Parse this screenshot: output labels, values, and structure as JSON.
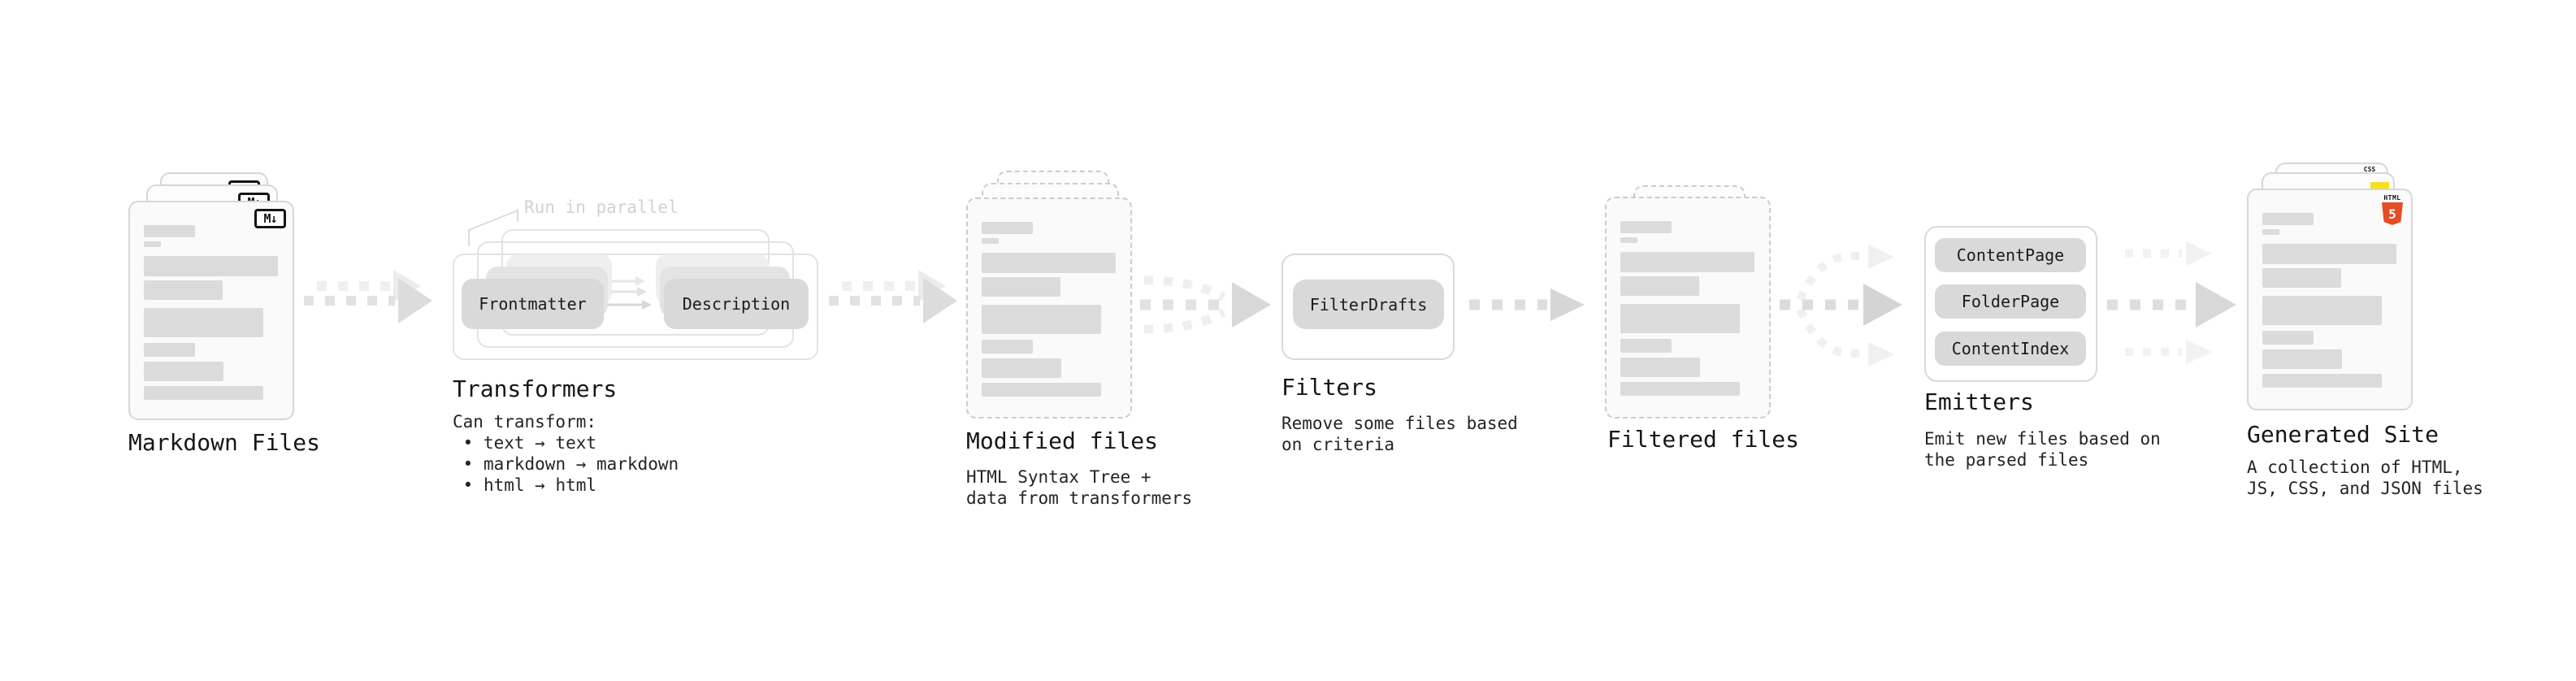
{
  "stages": {
    "markdown": {
      "label": "Markdown Files",
      "file_icon": "M↓"
    },
    "transformers": {
      "label": "Transformers",
      "parallel_note": "Run in parallel",
      "frontmatter_button": "Frontmatter",
      "description_button": "Description",
      "desc": "Can transform:\n • text → text\n • markdown → markdown\n • html → html"
    },
    "modified": {
      "label": "Modified files",
      "desc": "HTML Syntax Tree +\ndata from transformers"
    },
    "filters": {
      "label": "Filters",
      "filter_button": "FilterDrafts",
      "desc": "Remove some files based\non criteria"
    },
    "filtered": {
      "label": "Filtered files"
    },
    "emitters": {
      "label": "Emitters",
      "buttons": [
        "ContentPage",
        "FolderPage",
        "ContentIndex"
      ],
      "desc": "Emit new files based on\nthe parsed files"
    },
    "generated": {
      "label": "Generated Site",
      "desc": "A collection of HTML,\nJS, CSS, and JSON files",
      "html_badge_word": "HTML",
      "html_badge_number": "5",
      "css_badge_word": "CSS"
    }
  },
  "colors": {
    "html5_orange": "#e44d26",
    "js_yellow": "#f7df1e",
    "css_blue": "#2962ff"
  }
}
